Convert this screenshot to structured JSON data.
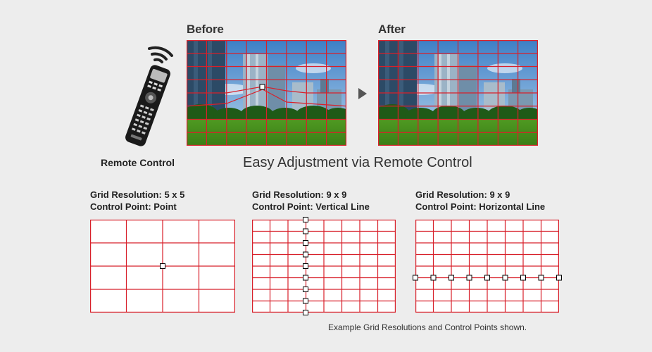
{
  "remote": {
    "label": "Remote Control"
  },
  "before": {
    "label": "Before"
  },
  "after": {
    "label": "After"
  },
  "title": "Easy Adjustment via Remote Control",
  "grids": [
    {
      "resolution": "Grid Resolution: 5 x 5",
      "control": "Control Point: Point"
    },
    {
      "resolution": "Grid Resolution: 9 x 9",
      "control": "Control Point: Vertical Line"
    },
    {
      "resolution": "Grid Resolution: 9 x 9",
      "control": "Control Point: Horizontal Line"
    }
  ],
  "caption": "Example Grid Resolutions and Control Points shown.",
  "colors": {
    "grid": "#d8202a",
    "background": "#ededed",
    "arrow": "#555555"
  }
}
